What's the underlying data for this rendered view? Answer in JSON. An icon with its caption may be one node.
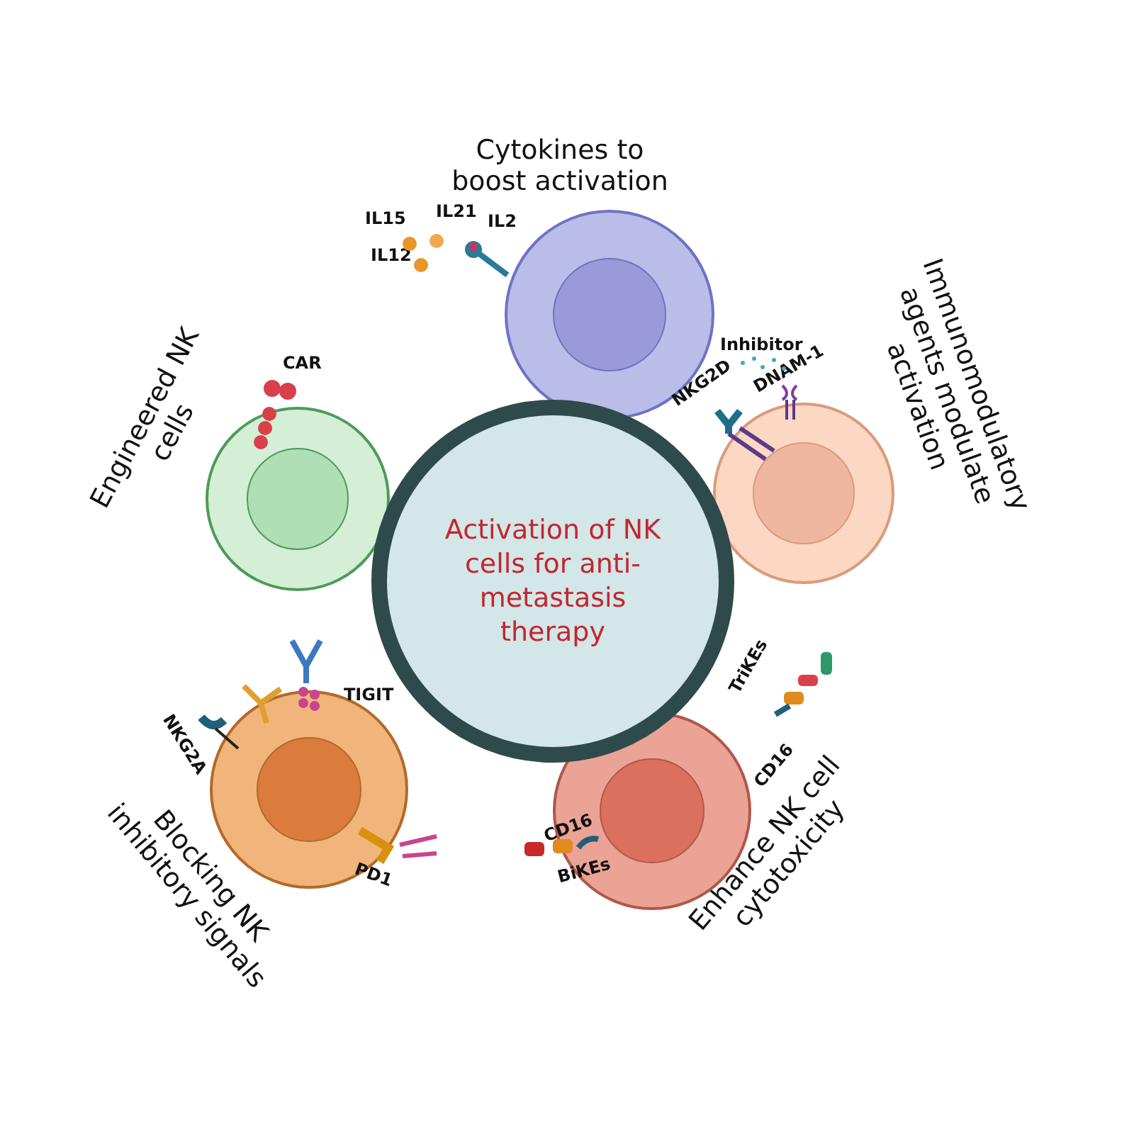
{
  "diagram": {
    "nodes": [
      {
        "text": [
          "Activation of NK cells for anti-metastasis therapy"
        ]
      },
      {
        "text": [
          "Cytokines to boost activation"
        ]
      },
      {
        "text": [
          "Engineered NK cells"
        ]
      },
      {
        "text": [
          "Immunomodulatory agents modulate activation"
        ]
      },
      {
        "text": [
          "Blocking NK inhibitory signals"
        ]
      },
      {
        "text": [
          "Enhance NK cell cytotoxicity"
        ]
      }
    ],
    "labels": [
      "IL15",
      "IL21",
      "IL2",
      "IL12",
      "CAR",
      "Inhibitor",
      "NKG2D",
      "DNAM-1",
      "TIGIT",
      "NKG2A",
      "PD1",
      "TriKEs",
      "CD16",
      "CD16",
      "BiKEs"
    ]
  }
}
